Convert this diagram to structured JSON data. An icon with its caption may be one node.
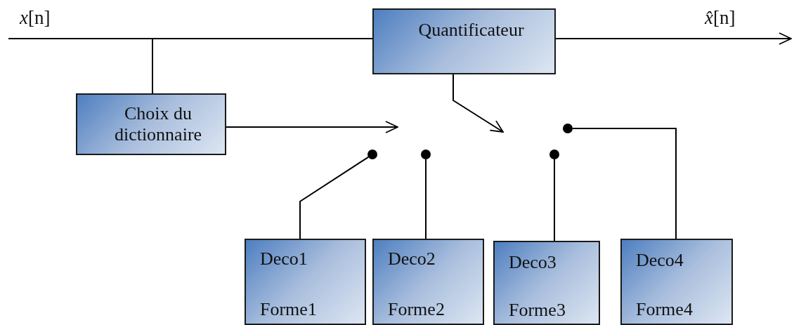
{
  "diagram": {
    "nodes": [
      {
        "text": [
          "Quantificateur"
        ]
      },
      {
        "text": [
          "Choix du dictionnaire"
        ]
      },
      {
        "text": [
          "Deco1",
          "Forme1"
        ]
      },
      {
        "text": [
          "Deco2",
          "Forme2"
        ]
      },
      {
        "text": [
          "Deco3",
          "Forme3"
        ]
      },
      {
        "text": [
          "Deco4",
          "Forme4"
        ]
      },
      {
        "text": [],
        "shape": "circle"
      },
      {
        "text": [],
        "shape": "circle"
      },
      {
        "text": [],
        "shape": "circle"
      },
      {
        "text": [],
        "shape": "circle"
      }
    ],
    "edges": [
      {
        "from": null,
        "to": 0,
        "arrow": "none"
      },
      {
        "from": null,
        "to": 1,
        "arrow": "none"
      },
      {
        "from": 0,
        "to": null,
        "arrow": "to"
      },
      {
        "from": 1,
        "to": null,
        "arrow": "to"
      },
      {
        "from": 0,
        "to": null,
        "arrow": "to"
      },
      {
        "from": 2,
        "to": 6,
        "arrow": "none"
      },
      {
        "from": 3,
        "to": 7,
        "arrow": "none"
      },
      {
        "from": 4,
        "to": 8,
        "arrow": "none"
      },
      {
        "from": 5,
        "to": 9,
        "arrow": "none"
      }
    ],
    "labels": [
      "*x*[n]",
      "*x̂*[n]"
    ]
  }
}
